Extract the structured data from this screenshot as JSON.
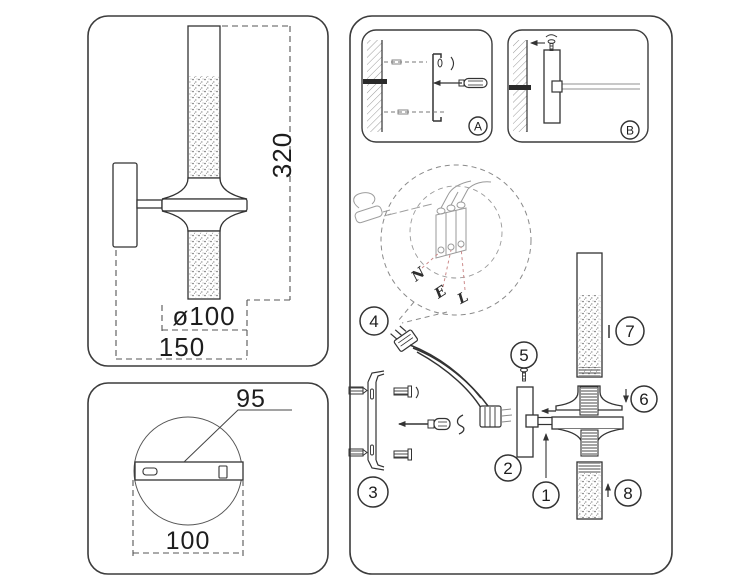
{
  "colors": {
    "line": "#333333",
    "light_gray": "#9a9a9a",
    "leader_pink": "#cc8a8a"
  },
  "side_view_panel": {
    "height": "320",
    "shade_diameter": "ø100",
    "depth": "150"
  },
  "backplate_panel": {
    "bracket_width": "95",
    "plate_diameter": "100"
  },
  "assembly_panel": {
    "inset_a": {
      "label": "A"
    },
    "inset_b": {
      "label": "B"
    },
    "wiring": {
      "neutral": "N",
      "earth": "E",
      "live": "L"
    },
    "parts": {
      "arm": "1",
      "backplate": "2",
      "bracket": "3",
      "connector": "4",
      "screw": "5",
      "upper_shade": "6",
      "upper_tube": "7",
      "lower_tube": "8"
    }
  }
}
